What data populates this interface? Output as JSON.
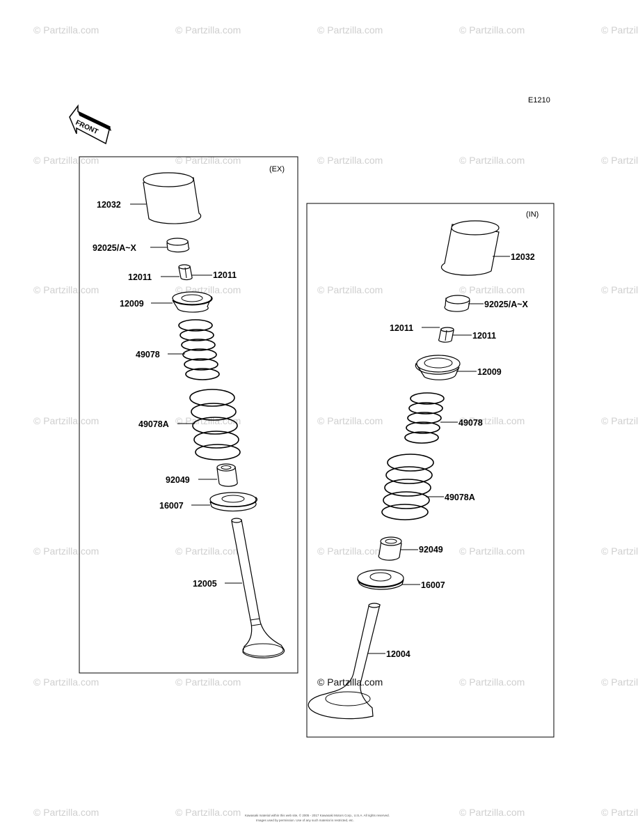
{
  "watermark_text": "© Partzilla.com",
  "diagram_code": "E1210",
  "front_label": "FRONT",
  "copyright_center": "© Partzilla.com",
  "footer_line1": "Kawasaki material within this web site, © 2005 - 2017 Kawasaki Motors Corp., U.S.A. All rights reserved.",
  "footer_line2": "Images used by permission. Use of any such material is restricted, etc.",
  "ex_panel": {
    "tag": "(EX)",
    "labels": {
      "tappet": "12032",
      "shim": "92025/A~X",
      "cotter_left": "12011",
      "cotter_right": "12011",
      "retainer": "12009",
      "spring_inner": "49078",
      "spring_outer": "49078A",
      "seal": "92049",
      "seat": "16007",
      "valve": "12005"
    }
  },
  "in_panel": {
    "tag": "(IN)",
    "labels": {
      "tappet": "12032",
      "shim": "92025/A~X",
      "cotter_left": "12011",
      "cotter_right": "12011",
      "retainer": "12009",
      "spring_inner": "49078",
      "spring_outer": "49078A",
      "seal": "92049",
      "seat": "16007",
      "valve": "12004"
    }
  }
}
